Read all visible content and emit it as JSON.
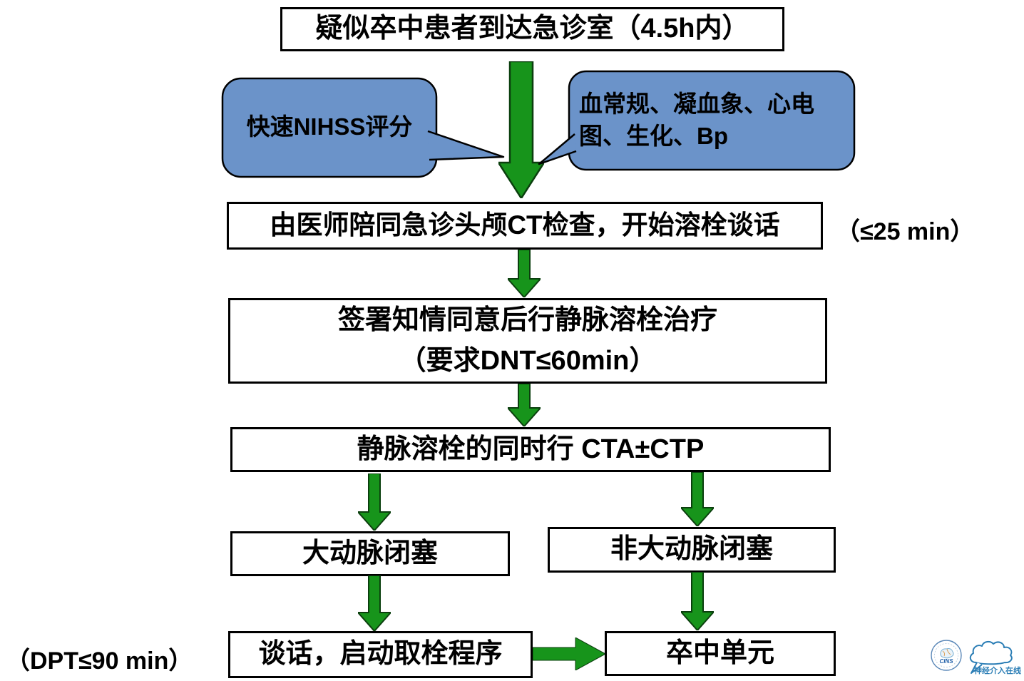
{
  "colors": {
    "arrow_green": "#17941b",
    "arrow_outline": "#0b3f0e",
    "callout_blue": "#6b93c9",
    "box_border": "#000000",
    "logo_blue": "#2a7db5"
  },
  "flow": {
    "arrival": "疑似卒中患者到达急诊室（4.5h内）",
    "nihss": "快速NIHSS评分",
    "labs": "血常规、凝血象、心电图、生化、Bp",
    "ct": "由医师陪同急诊头颅CT检查，开始溶栓谈话",
    "ct_time": "（≤25 min）",
    "consent_line1": "签署知情同意后行静脉溶栓治疗",
    "consent_line2": "（要求DNT≤60min）",
    "cta": "静脉溶栓的同时行 CTA±CTP",
    "lvo": "大动脉闭塞",
    "non_lvo": "非大动脉闭塞",
    "dpt_time": "（DPT≤90 min）",
    "talk": "谈话，启动取栓程序",
    "unit": "卒中单元"
  },
  "logos": {
    "cins": "CINS",
    "neuro_online": "神经介入在线"
  }
}
